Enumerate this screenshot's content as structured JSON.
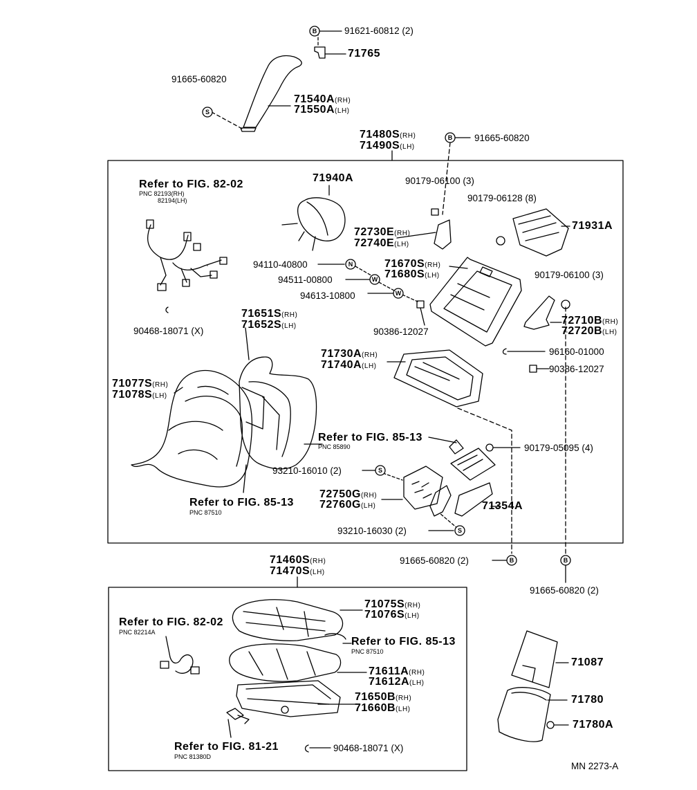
{
  "diagram": {
    "code": "MN 2273-A",
    "labels": {
      "p91621_60812": "91621-60812 (2)",
      "p71765": "71765",
      "p91665_60820_a": "91665-60820",
      "p71540A": "71540A",
      "p71550A": "71550A",
      "p71480S": "71480S",
      "p71490S": "71490S",
      "p91665_60820_b": "91665-60820",
      "ref82_02_a": "Refer to FIG. 82-02",
      "pnc82193": "PNC 82193",
      "pnc82194": "82194",
      "p71940A": "71940A",
      "p90179_06100_a": "90179-06100 (3)",
      "p90179_06128": "90179-06128 (8)",
      "p72730E": "72730E",
      "p72740E": "72740E",
      "p71931A": "71931A",
      "p94110_40800": "94110-40800",
      "p71670S": "71670S",
      "p71680S": "71680S",
      "p94511_00800": "94511-00800",
      "p94613_10800": "94613-10800",
      "p90179_06100_b": "90179-06100 (3)",
      "p90468_18071_a": "90468-18071 (X)",
      "p71651S": "71651S",
      "p71652S": "71652S",
      "p90386_12027_a": "90386-12027",
      "p72710B": "72710B",
      "p72720B": "72720B",
      "p71730A": "71730A",
      "p71740A": "71740A",
      "p96160_01000": "96160-01000",
      "p71077S": "71077S",
      "p71078S": "71078S",
      "p90386_12027_b": "90386-12027",
      "ref85_13_a": "Refer to FIG. 85-13",
      "pnc85890": "PNC 85890",
      "p90179_05095": "90179-05095 (4)",
      "p93210_16010": "93210-16010 (2)",
      "p72750G": "72750G",
      "p72760G": "72760G",
      "p71354A": "71354A",
      "ref85_13_b": "Refer to FIG. 85-13",
      "pnc87510_a": "PNC 87510",
      "p93210_16030": "93210-16030 (2)",
      "p91665_60820_c": "91665-60820 (2)",
      "p91665_60820_d": "91665-60820 (2)",
      "p71460S": "71460S",
      "p71470S": "71470S",
      "p71075S": "71075S",
      "p71076S": "71076S",
      "ref82_02_b": "Refer to FIG. 82-02",
      "pnc82214A": "PNC 82214A",
      "ref85_13_c": "Refer to FIG. 85-13",
      "pnc87510_b": "PNC 87510",
      "p71087": "71087",
      "p71611A": "71611A",
      "p71612A": "71612A",
      "p71650B": "71650B",
      "p71660B": "71660B",
      "p71780": "71780",
      "p71780A": "71780A",
      "ref81_21": "Refer to FIG. 81-21",
      "pnc81380D": "PNC 81380D",
      "p90468_18071_b": "90468-18071 (X)"
    },
    "side": {
      "rh": "(RH)",
      "lh": "(LH)"
    },
    "symbols": {
      "B": "B",
      "S": "S",
      "N": "N",
      "W": "W"
    }
  }
}
